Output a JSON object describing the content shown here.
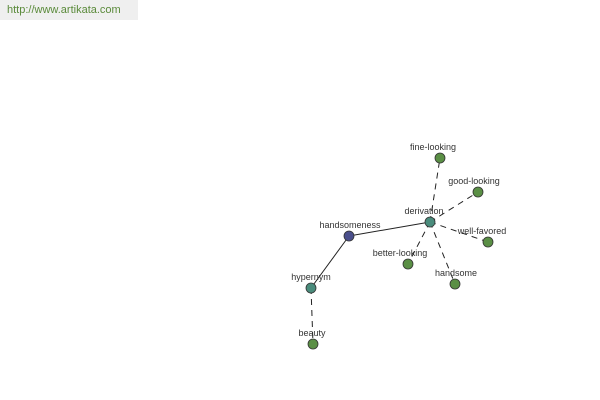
{
  "header": {
    "url_text": "http://www.artikata.com"
  },
  "colors": {
    "root": "#4a4f8c",
    "relation": "#4a8c7c",
    "leaf": "#5a8f45",
    "stroke": "#333333"
  },
  "graph": {
    "nodes": [
      {
        "id": "handsomeness",
        "label": "handsomeness",
        "kind": "root"
      },
      {
        "id": "derivation",
        "label": "derivation",
        "kind": "relation"
      },
      {
        "id": "hypernym",
        "label": "hypernym",
        "kind": "relation"
      },
      {
        "id": "fine-looking",
        "label": "fine-looking",
        "kind": "leaf"
      },
      {
        "id": "good-looking",
        "label": "good-looking",
        "kind": "leaf"
      },
      {
        "id": "well-favored",
        "label": "well-favored",
        "kind": "leaf"
      },
      {
        "id": "better-looking",
        "label": "better-looking",
        "kind": "leaf"
      },
      {
        "id": "handsome",
        "label": "handsome",
        "kind": "leaf"
      },
      {
        "id": "beauty",
        "label": "beauty",
        "kind": "leaf"
      }
    ],
    "edges": [
      {
        "from": "handsomeness",
        "to": "derivation",
        "style": "solid"
      },
      {
        "from": "handsomeness",
        "to": "hypernym",
        "style": "solid"
      },
      {
        "from": "derivation",
        "to": "fine-looking",
        "style": "dashed"
      },
      {
        "from": "derivation",
        "to": "good-looking",
        "style": "dashed"
      },
      {
        "from": "derivation",
        "to": "well-favored",
        "style": "dashed"
      },
      {
        "from": "derivation",
        "to": "better-looking",
        "style": "dashed"
      },
      {
        "from": "derivation",
        "to": "handsome",
        "style": "dashed"
      },
      {
        "from": "hypernym",
        "to": "beauty",
        "style": "dashed"
      }
    ]
  }
}
